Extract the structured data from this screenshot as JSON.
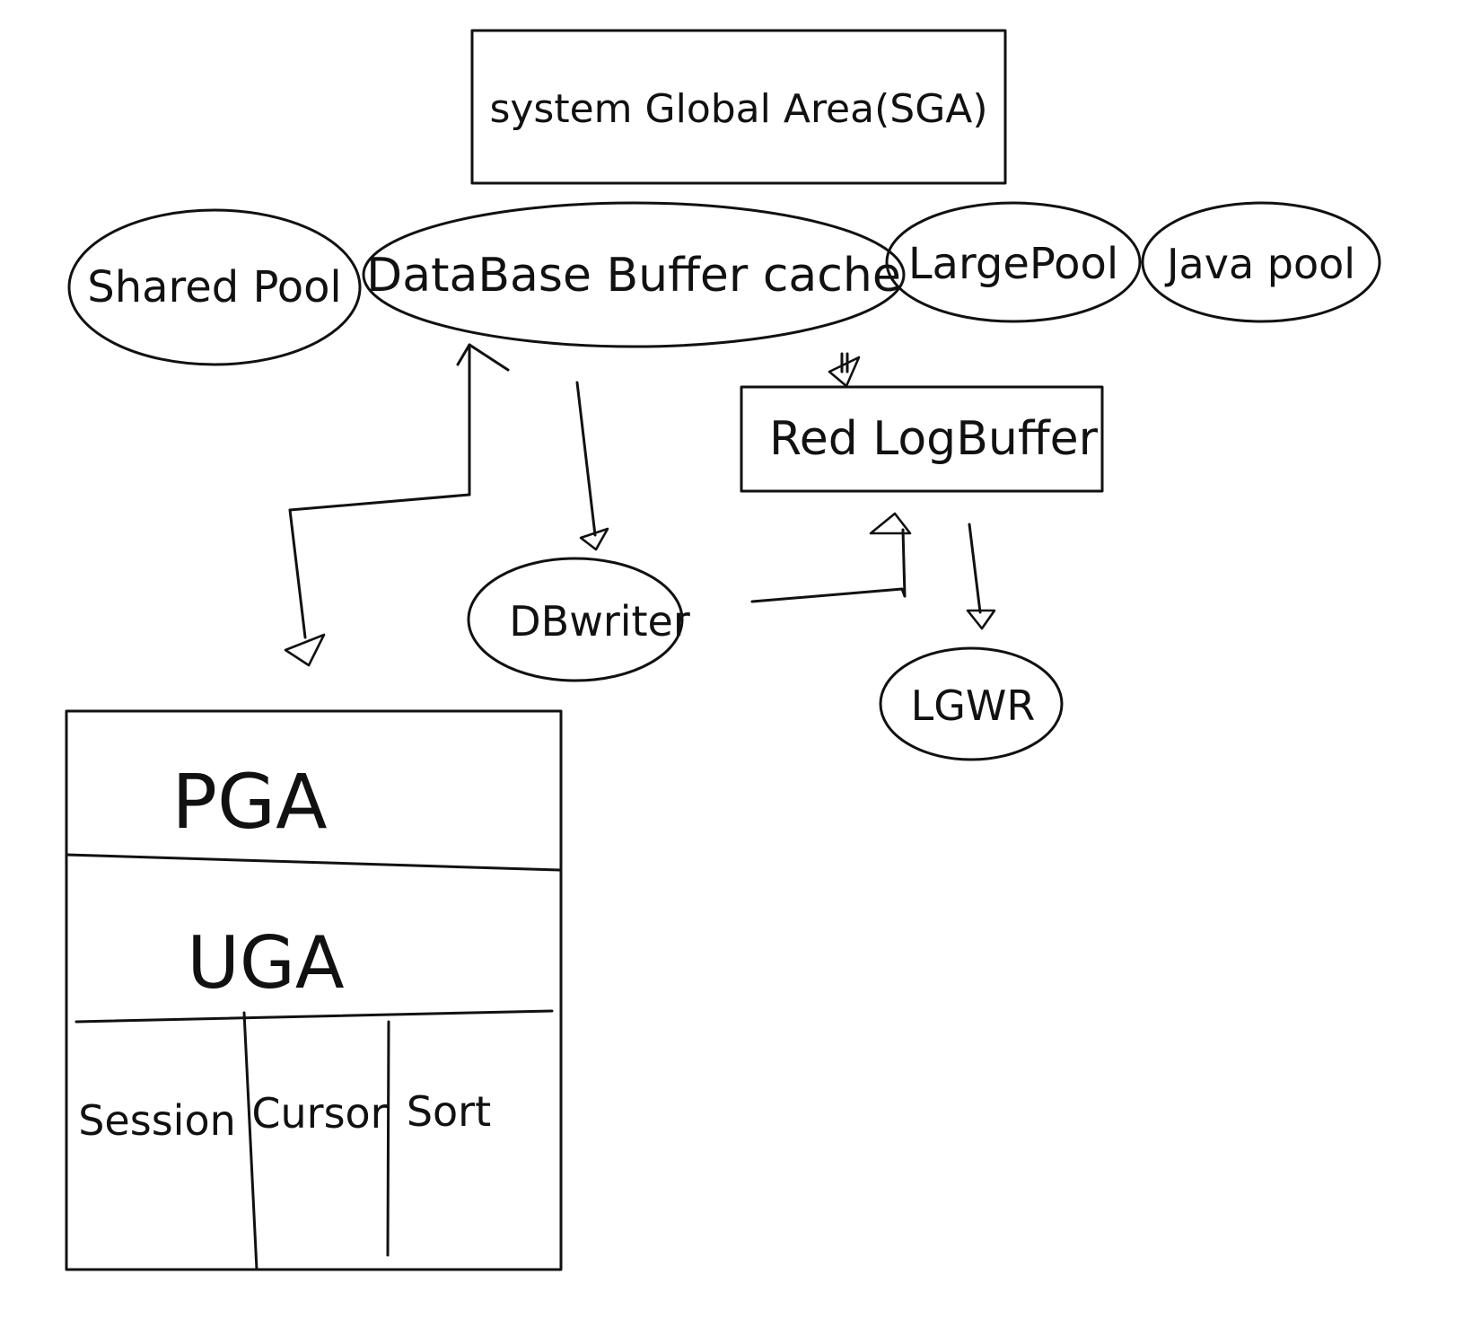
{
  "labels": {
    "sga": "system Global Area(SGA)",
    "shared_pool": "Shared Pool",
    "buffer_cache": "DataBase Buffer cache",
    "large_pool": "LargePool",
    "java_pool": "Java pool",
    "redo_log_buffer": "Red LogBuffer",
    "db_writer": "DBwriter",
    "lgwr": "LGWR",
    "pga": "PGA",
    "uga": "UGA",
    "session": "Session",
    "cursor": "Cursor",
    "sort": "Sort"
  },
  "colors": {
    "ink": "#111111",
    "background": "#ffffff"
  }
}
